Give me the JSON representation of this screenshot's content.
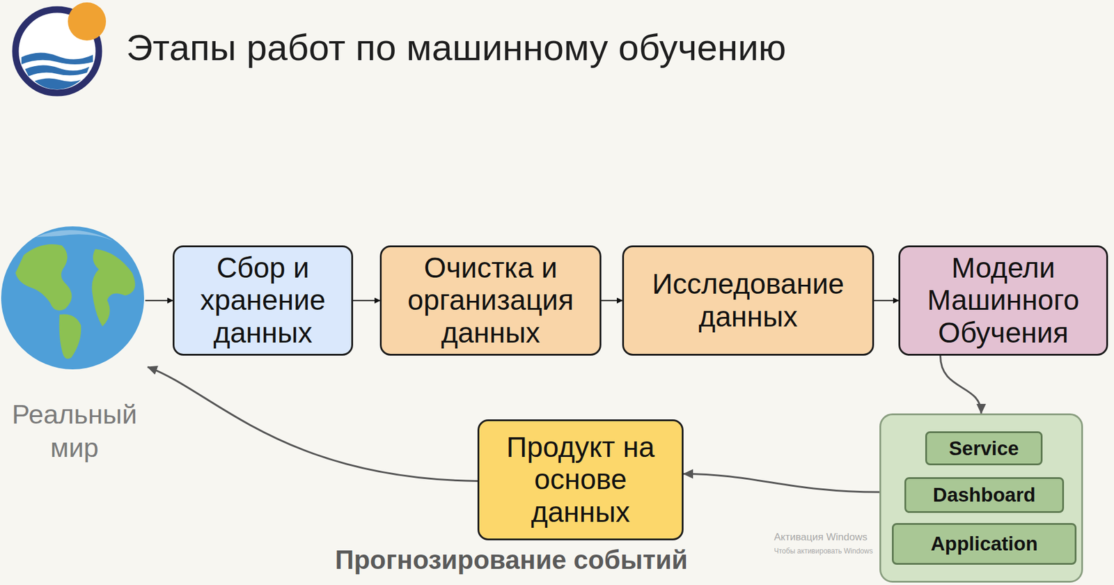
{
  "diagram": {
    "title": "Этапы работ по машинному обучению",
    "nodes": [
      {
        "text": [
          "Реальный мир"
        ]
      },
      {
        "text": [
          "Сбор и хранение данных"
        ]
      },
      {
        "text": [
          "Очистка и организация данных"
        ]
      },
      {
        "text": [
          "Исследование данных"
        ]
      },
      {
        "text": [
          "Модели Машинного Обучения"
        ]
      },
      {
        "text": []
      },
      {
        "text": [
          "Service"
        ],
        "in": 5
      },
      {
        "text": [
          "Dashboard"
        ],
        "in": 5
      },
      {
        "text": [
          "Application"
        ],
        "in": 5
      },
      {
        "text": [
          "Продукт на основе данных"
        ]
      }
    ],
    "edges": [
      {
        "from": 0,
        "to": 1,
        "arrow": "to"
      },
      {
        "from": 1,
        "to": 2,
        "arrow": "to"
      },
      {
        "from": 2,
        "to": 3,
        "arrow": "to"
      },
      {
        "from": 3,
        "to": 4,
        "arrow": "to"
      },
      {
        "from": 4,
        "to": 5,
        "arrow": "to"
      },
      {
        "from": 5,
        "to": 9,
        "arrow": "to"
      },
      {
        "from": 9,
        "to": 0,
        "arrow": "to"
      }
    ],
    "labels": [
      "Прогнозирование событий",
      "Активация Windows",
      "Чтобы активировать Windows"
    ]
  }
}
